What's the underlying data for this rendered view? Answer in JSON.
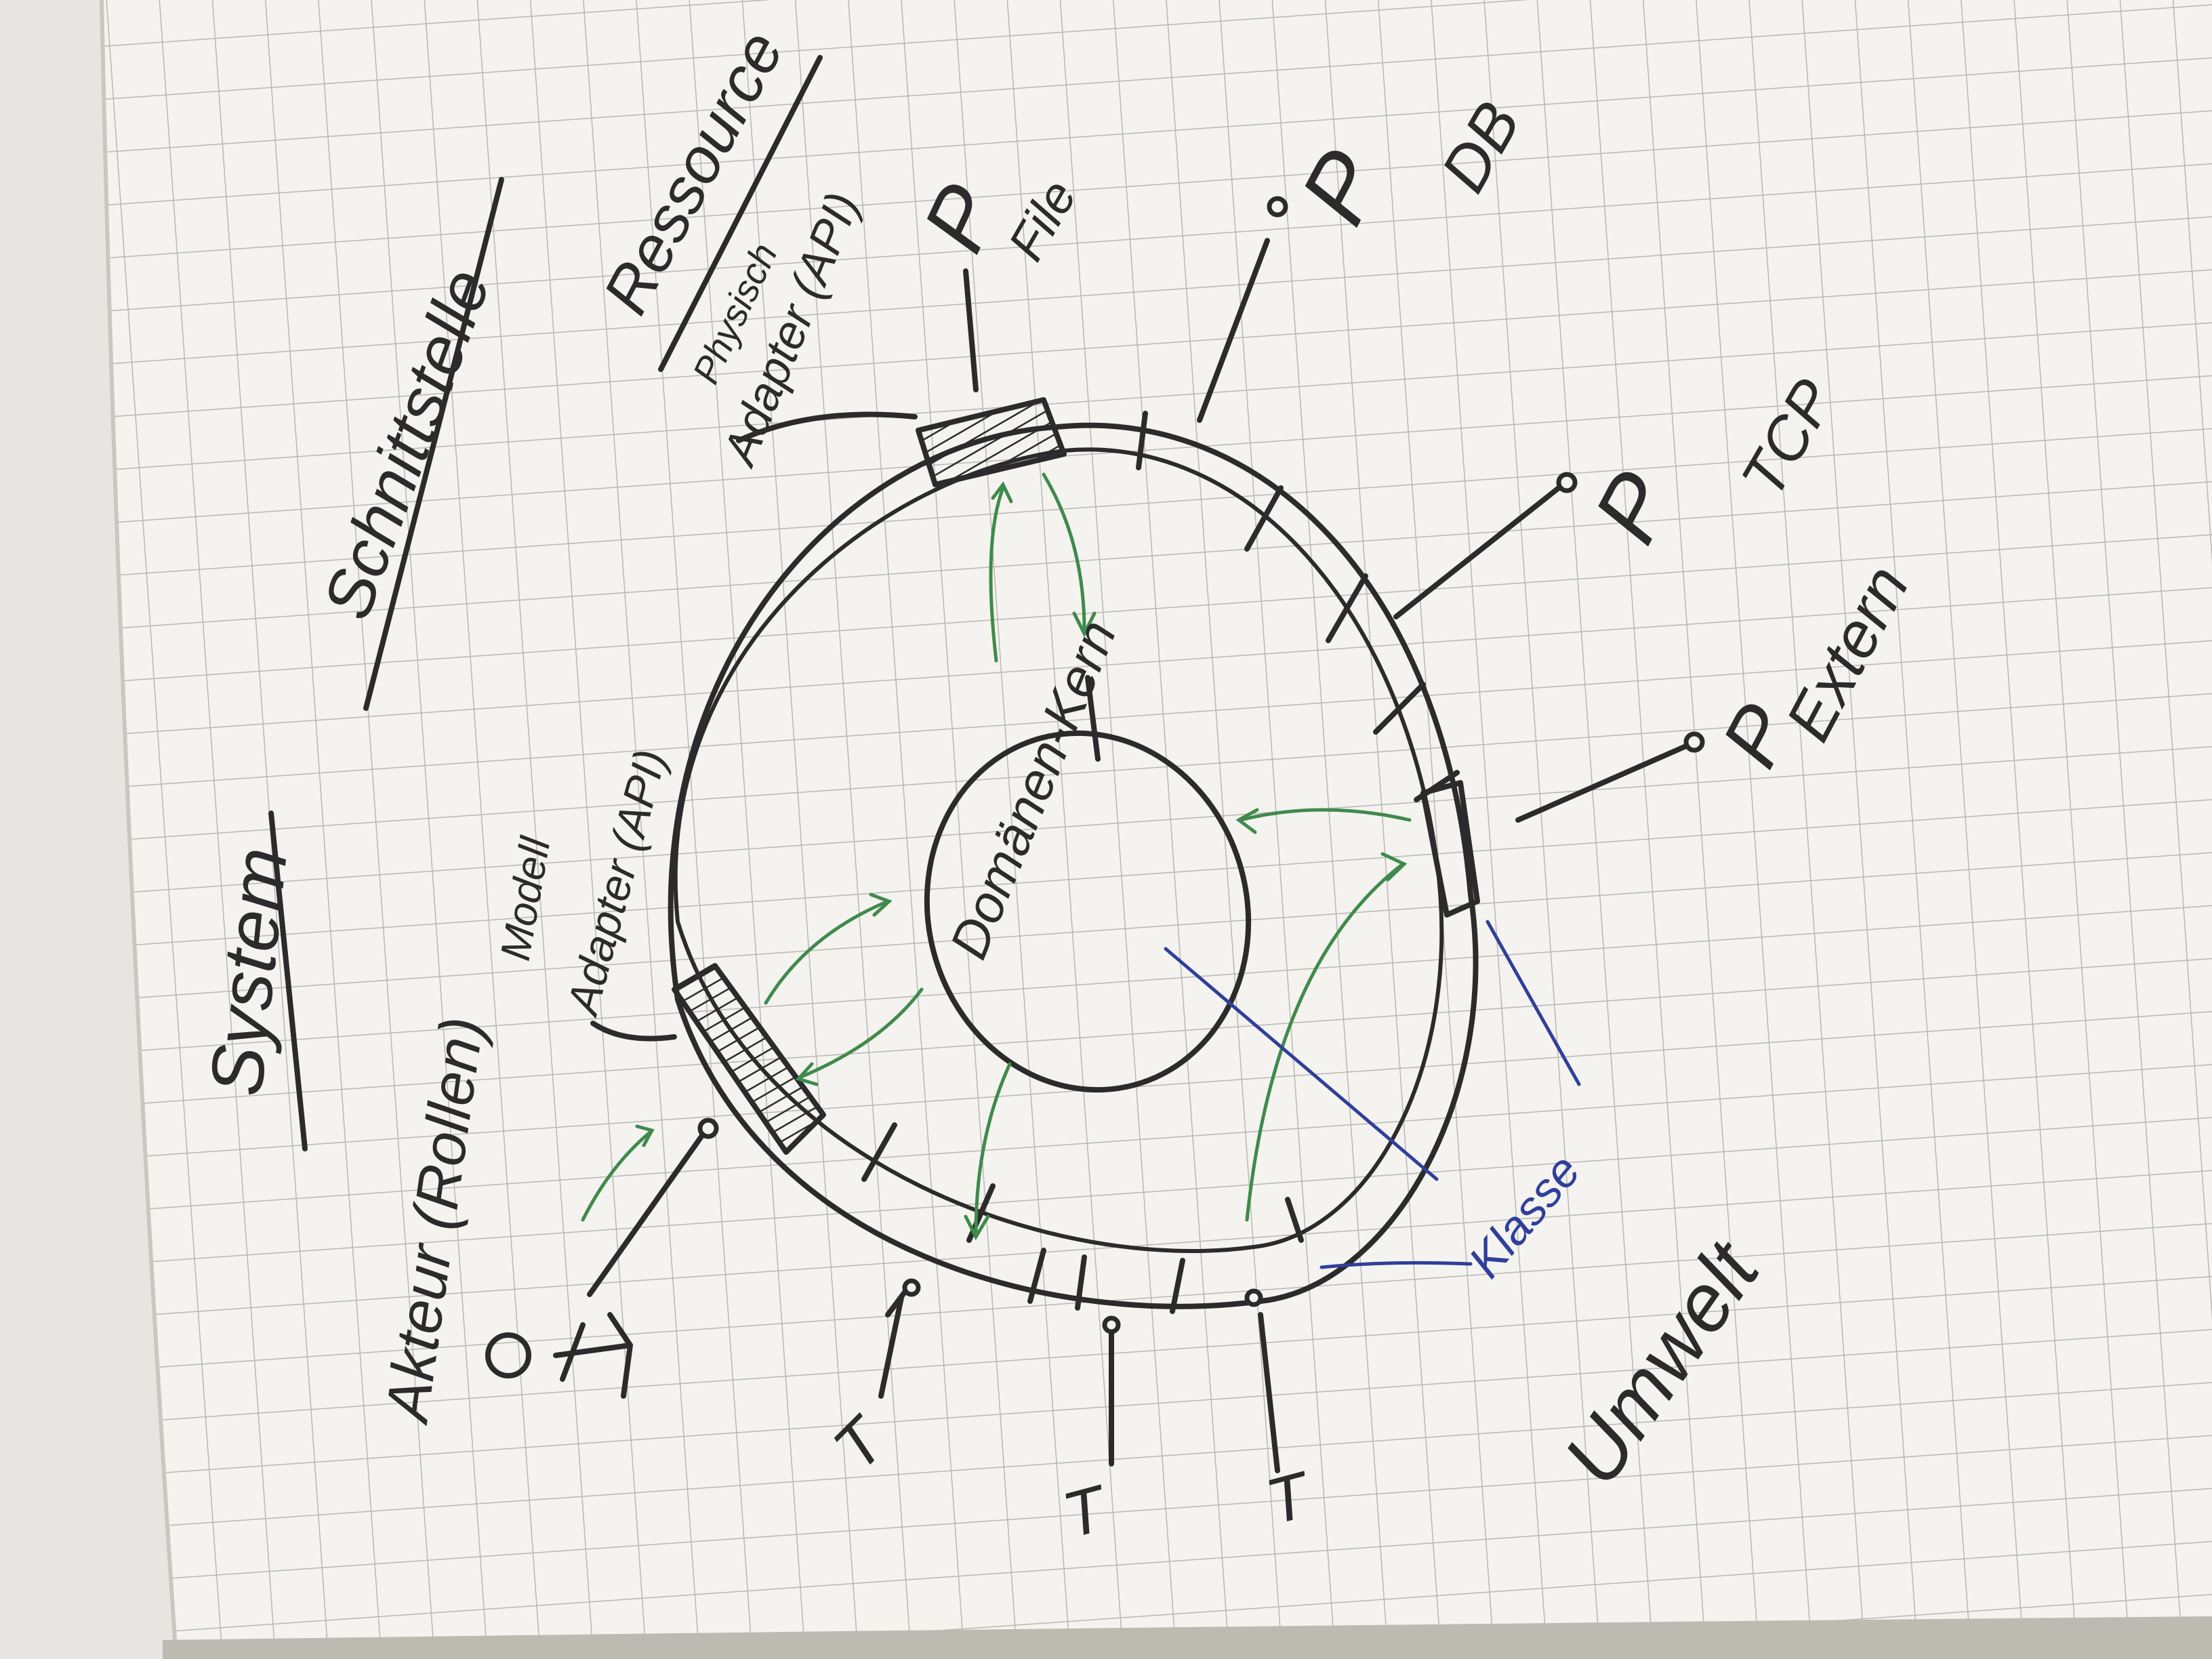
{
  "image": {
    "kind": "photo",
    "subject": "hexagonal-architecture-sketch"
  },
  "colors": {
    "paper": "#f4f3ef",
    "grid": "#b8b7b3",
    "ink_black": "#2b2b2b",
    "ink_green": "#3f8a4c",
    "ink_blue": "#2f3f9a",
    "binding": "#e6e5e2"
  },
  "labels": {
    "system": "System",
    "schnittstelle": "Schnittstelle",
    "ressource": "Ressource",
    "akteur": "Akteur (Rollen)",
    "adapter_left": "Adapter (API)",
    "modell": "Modell",
    "adapter_top": "Adapter (API)",
    "physisch": "Physisch",
    "domain_kern": "Domänen-Kern",
    "file": "File",
    "db": "DB",
    "tcp": "TCP",
    "extern": "Extern",
    "umwelt": "Umwelt",
    "klasse": "Klasse"
  },
  "icons": {
    "actor": "stick-figure-icon",
    "port": "port-icon"
  }
}
